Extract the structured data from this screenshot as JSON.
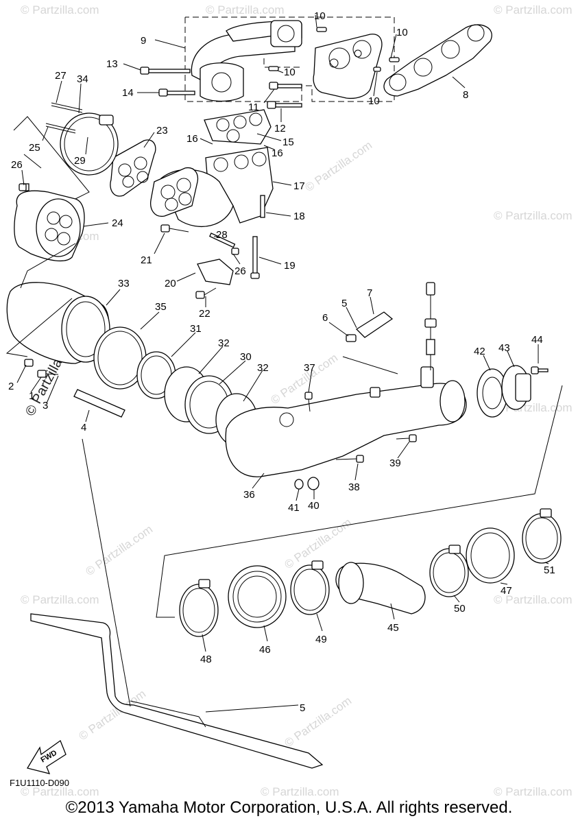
{
  "diagram": {
    "callouts": [
      "1",
      "2",
      "3",
      "4",
      "5",
      "6",
      "7",
      "8",
      "9",
      "10",
      "11",
      "12",
      "13",
      "14",
      "15",
      "16",
      "17",
      "18",
      "19",
      "20",
      "21",
      "22",
      "23",
      "24",
      "25",
      "26",
      "27",
      "28",
      "29",
      "30",
      "31",
      "32",
      "33",
      "34",
      "35",
      "36",
      "37",
      "38",
      "39",
      "40",
      "41",
      "42",
      "43",
      "44",
      "45",
      "46",
      "47",
      "48",
      "49",
      "50",
      "51"
    ],
    "fwd_label": "FWD",
    "drawing_code": "F1U1110-D090",
    "watermark": "© Partzilla.com",
    "copyright": "©2013 Yamaha Motor Corporation, U.S.A. All rights reserved.",
    "colors": {
      "line": "#000000",
      "watermark": "#d6d6d6",
      "background": "#ffffff"
    }
  }
}
